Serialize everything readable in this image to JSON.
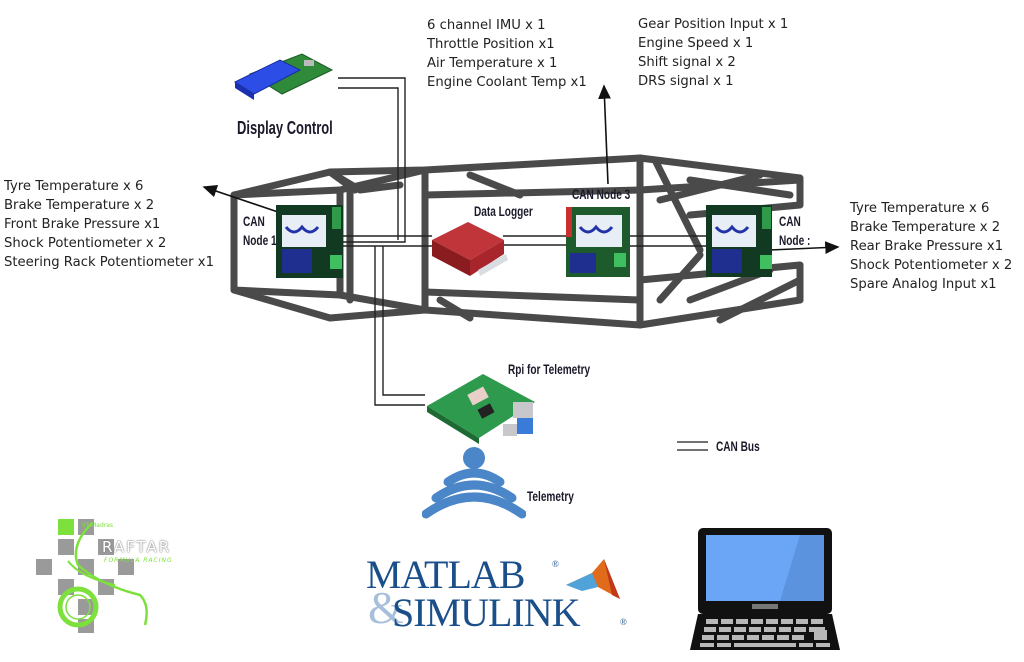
{
  "diagram": {
    "title": "",
    "components": {
      "display_control": {
        "label": "Display Control"
      },
      "can_node_1": {
        "label_line1": "CAN",
        "label_line2": "Node 1"
      },
      "data_logger": {
        "label": "Data Logger"
      },
      "can_node_3": {
        "label": "CAN Node 3"
      },
      "can_node_2": {
        "label_line1": "CAN",
        "label_line2": "Node :"
      },
      "rpi": {
        "label": "Rpi for Telemetry"
      },
      "telemetry": {
        "label": "Telemetry"
      }
    },
    "legend": {
      "can_bus_label": "CAN Bus"
    },
    "sensor_lists": {
      "front_node": [
        "Tyre Temperature x 6",
        "Brake Temperature x 2",
        "Front Brake Pressure x1",
        "Shock Potentiometer x 2",
        "Steering Rack Potentiometer x1"
      ],
      "rear_node": [
        "Tyre Temperature x 6",
        "Brake Temperature x 2",
        "Rear Brake Pressure x1",
        "Shock Potentiometer x 2",
        "Spare Analog Input x1"
      ],
      "center_left": [
        "6 channel IMU x 1",
        "Throttle Position x1",
        "Air Temperature  x 1",
        "Engine Coolant Temp x1"
      ],
      "center_right": [
        "Gear Position Input x 1",
        "Engine Speed x 1",
        "Shift signal x 2",
        "DRS signal x 1"
      ]
    },
    "logos": {
      "raftar": {
        "top_text": "IIT Madras",
        "name": "RAFTAR",
        "subtitle": "FORMULA RACING"
      },
      "matlab": {
        "line1": "MATLAB",
        "line2": "SIMULINK",
        "amp": "&",
        "reg": "®"
      }
    },
    "colors": {
      "frame": "#4a4a4a",
      "wire": "#222222",
      "logger_red": "#a8252b",
      "pcb_green": "#1f6b3a",
      "wifi_blue": "#4a86c8",
      "matlab_blue": "#1b4f8a",
      "laptop_screen": "#6aa6f5",
      "raftar_green": "#7de03c"
    }
  }
}
